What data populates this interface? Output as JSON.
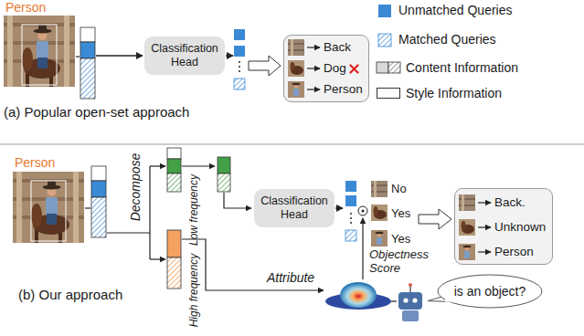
{
  "diagram": {
    "nodes": [
      {
        "text": [
          "Classification Head"
        ]
      },
      {
        "text": [
          "Back",
          "Dog",
          "Person"
        ]
      },
      {
        "text": [
          "Classification Head"
        ]
      },
      {
        "text": [
          "Back.",
          "Unknown",
          "Person"
        ]
      },
      {
        "text": [
          "is an object?"
        ]
      }
    ],
    "labels": [
      "Person",
      "(a) Popular open-set approach",
      "Person",
      "Decompose",
      "Low frequency",
      "High frequency",
      "No",
      "Yes",
      "Yes",
      "Objectness Score",
      "Attribute",
      "(b) Our approach"
    ],
    "legend": [
      {
        "text": "Unmatched Queries",
        "color": "#3a8ad6"
      },
      {
        "text": "Matched Queries"
      },
      {
        "text": "Content Information"
      },
      {
        "text": "Style Information",
        "color": "#ffffff"
      }
    ]
  }
}
